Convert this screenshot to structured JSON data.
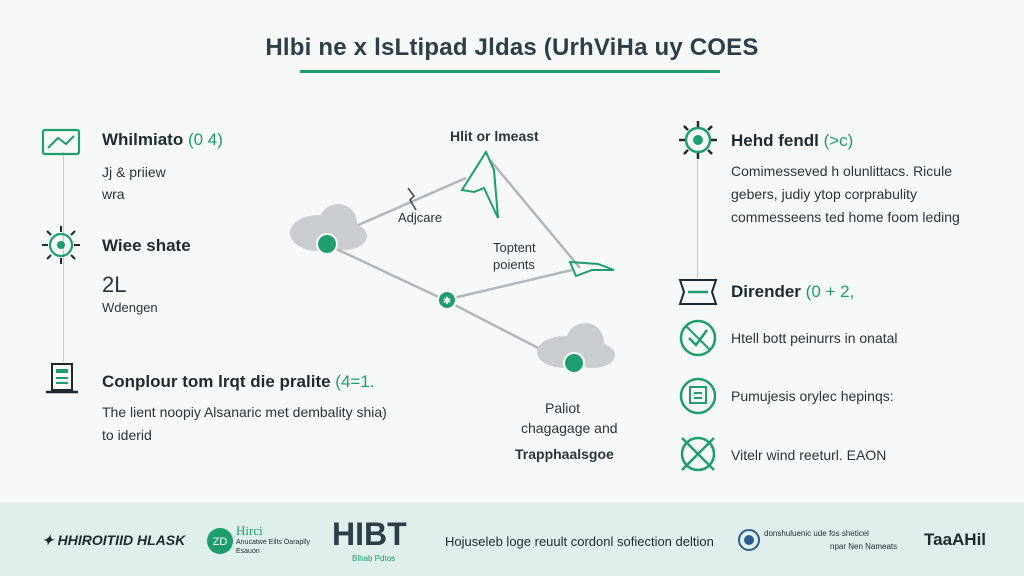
{
  "title": "Hlbi ne x lsLtipad Jldas (UrhViHa uy COES",
  "left": {
    "item1": {
      "title": "Whilmiato",
      "tag": "(0 4)",
      "line1": "Jj & priiew",
      "line2": "wra"
    },
    "item2": {
      "title": "Wiee shate",
      "value": "2L",
      "sub": "Wdengen"
    },
    "item3": {
      "title": "Conplour tom lrqt die pralite",
      "tag": "(4=1.",
      "line1": "The lient noopiy Alsanaric met dembality shia)",
      "line2": "to iderid"
    }
  },
  "center": {
    "top_label": "Hlit or lmeast",
    "link_label": "Adjcare",
    "mid_label_1": "Toptent",
    "mid_label_2": "poients",
    "bottom_label_1": "Paliot",
    "bottom_label_2": "chagagage and",
    "bottom_label_3": "Trapphaalsgoe"
  },
  "right": {
    "item1": {
      "title": "Hehd fendl",
      "tag": "(>c)",
      "line1": "Comimesseved h olunlittacs.  Ricule",
      "line2": "gebers, judiy ytop corprabulity",
      "line3": "commesseens ted home foom leding"
    },
    "item2": {
      "title": "Dirender",
      "tag": "(0 + 2,"
    },
    "item3": {
      "text": "Htell bott peinurrs in onatal"
    },
    "item4": {
      "text": "Pumujesis orylec hepinqs:"
    },
    "item5": {
      "text": "Vitelr wind reeturl. EAON"
    }
  },
  "footer": {
    "logo1": "HHIROITIID HLASK",
    "logo2_line1": "Hirci",
    "logo2_line2": "Anucatwe Eilts Oaraplly",
    "logo2_line3": "Esauon",
    "logo3_main": "HIBT",
    "logo3_sub": "Blhab Pdtos",
    "tagline": "Hojuseleb loge reuult cordonl sofiection deltion",
    "logo5_line1": "donshuluenic ude fos sheticel",
    "logo5_line2": "npar Nen Nameats",
    "logo6": "TaaAHil"
  },
  "colors": {
    "accent": "#1e9d6f",
    "footer_bg": "#dff0ec",
    "cloud": "#c9cdd0",
    "text": "#1f2a2e"
  }
}
